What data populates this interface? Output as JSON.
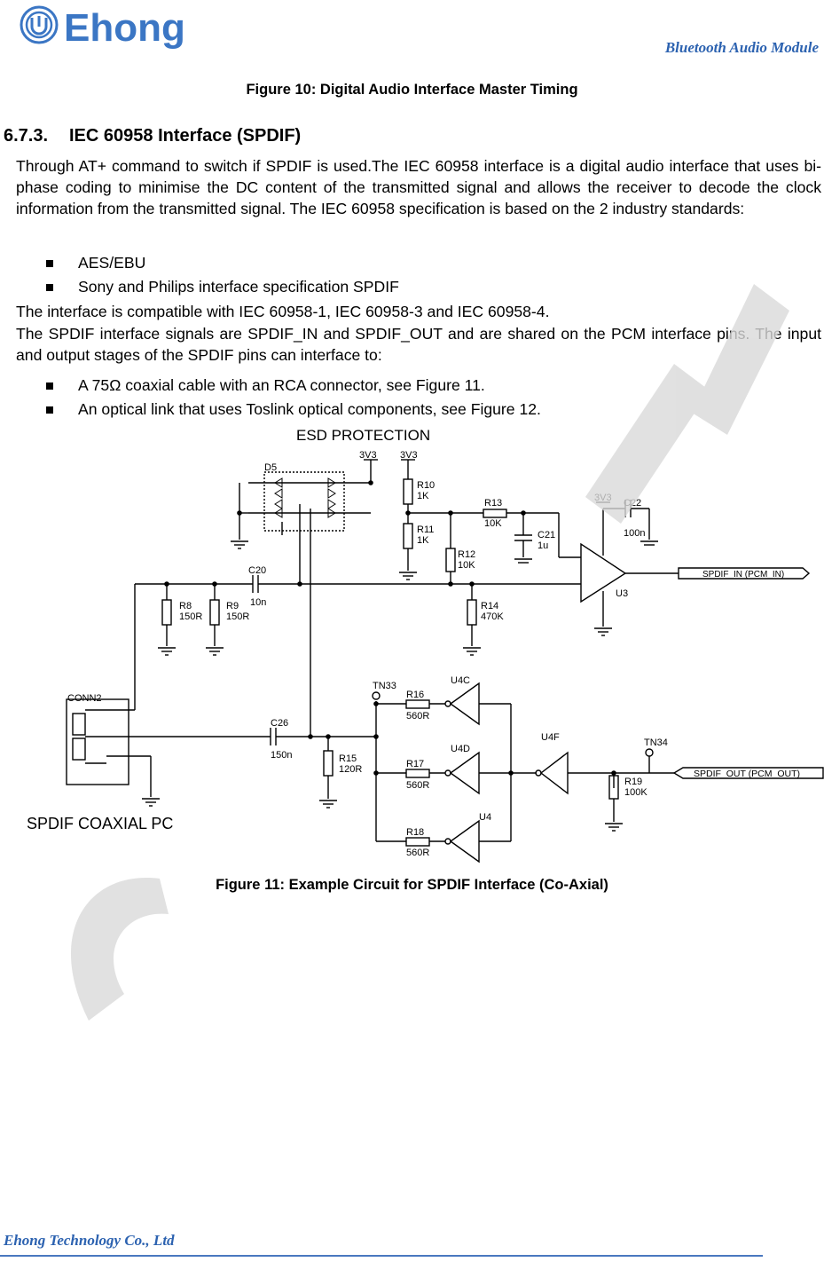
{
  "header": {
    "brand": "Ehong",
    "right_title": "Bluetooth Audio Module"
  },
  "figure10_caption": "Figure 10: Digital Audio Interface Master Timing",
  "section": {
    "number": "6.7.3.",
    "title": "IEC 60958 Interface (SPDIF)"
  },
  "paragraph1": "Through AT+ command to switch if SPDIF is used.The IEC 60958 interface is a digital audio interface that uses bi-phase coding to minimise the DC content of the transmitted signal and allows the receiver to decode the clock information from the transmitted signal. The IEC 60958 specification is based on the 2 industry standards:",
  "bullets1": [
    "AES/EBU",
    "Sony and Philips interface specification SPDIF"
  ],
  "paragraph2": "The interface is compatible with IEC 60958-1, IEC 60958-3 and IEC 60958-4.",
  "paragraph3": "The SPDIF interface signals are SPDIF_IN and SPDIF_OUT and are shared on the PCM interface pins. The input and output stages of the SPDIF pins can interface to:",
  "bullets2": [
    "A 75Ω coaxial cable with an RCA connector, see Figure 11.",
    "An optical link that uses Toslink optical components, see Figure 12."
  ],
  "circuit": {
    "esd_title": "ESD PROTECTION",
    "coax_title": "SPDIF COAXIAL PC",
    "rails": [
      "3V3",
      "3V3",
      "3V3"
    ],
    "labels": {
      "d5": "D5",
      "conn": "CONN2",
      "r10": "R10",
      "r10v": "1K",
      "r11": "R11",
      "r11v": "1K",
      "r13": "R13",
      "r13v": "10K",
      "c21": "C21",
      "c21v": "1u",
      "r12": "R12",
      "r12v": "10K",
      "c22": "C22",
      "c22v": "100n",
      "c20": "C20",
      "c20v": "10n",
      "r8": "R8",
      "r8v": "150R",
      "r9": "R9",
      "r9v": "150R",
      "r14": "R14",
      "r14v": "470K",
      "u3": "U3",
      "spdif_in": "SPDIF_IN (PCM_IN)",
      "spdif_out": "SPDIF_OUT (PCM_OUT)",
      "tn33": "TN33",
      "tn34": "TN34",
      "r16": "R16",
      "r16v": "560R",
      "r17": "R17",
      "r17v": "560R",
      "r18": "R18",
      "r18v": "560R",
      "u4c": "U4C",
      "u4d": "U4D",
      "u4": "U4",
      "u4f": "U4F",
      "c26": "C26",
      "c26v": "150n",
      "r15": "R15",
      "r15v": "120R",
      "r19": "R19",
      "r19v": "100K"
    }
  },
  "figure11_caption": "Figure 11: Example Circuit for SPDIF Interface (Co-Axial)",
  "footer": "Ehong Technology Co., Ltd",
  "colors": {
    "accent": "#2c62b0",
    "watermark": "#d9d9d9"
  }
}
